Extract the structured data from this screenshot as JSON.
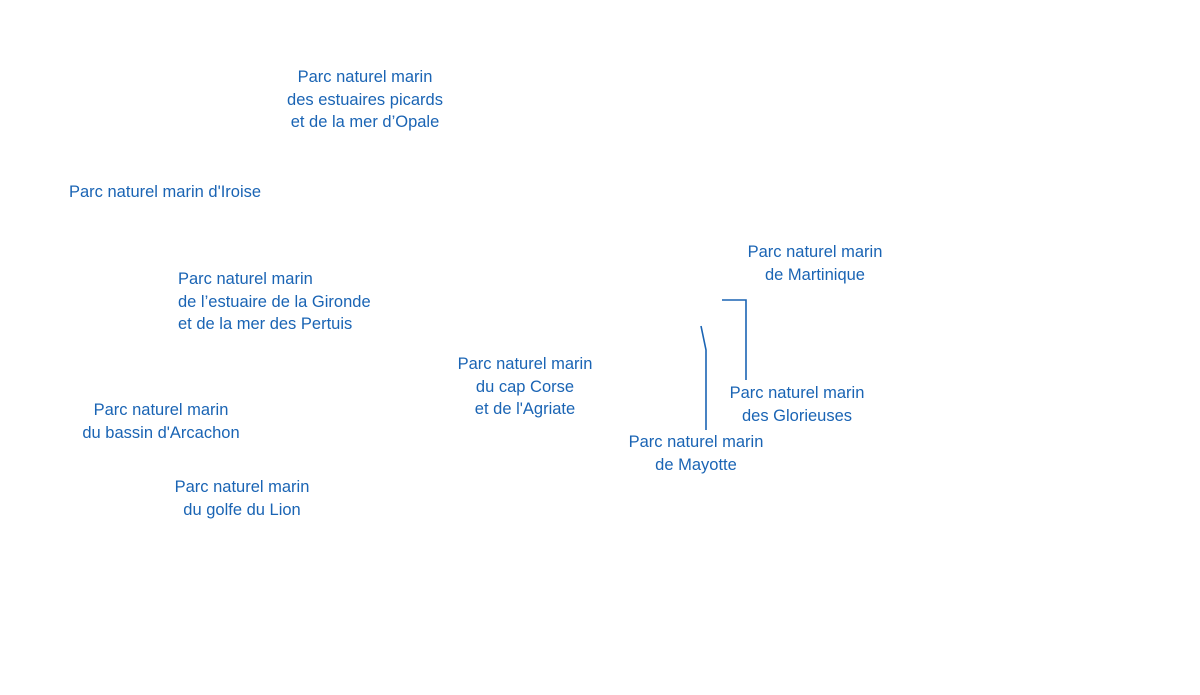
{
  "map": {
    "accent_color": "#1a64b4",
    "labels": {
      "opale": {
        "line1": "Parc naturel marin",
        "line2": "des estuaires picards",
        "line3": "et de la mer d’Opale"
      },
      "iroise": {
        "line1": "Parc naturel marin d'Iroise"
      },
      "gironde": {
        "line1": "Parc naturel marin",
        "line2": "de l’estuaire de la Gironde",
        "line3": "et de la mer des Pertuis"
      },
      "corse": {
        "line1": "Parc naturel marin",
        "line2": "du cap Corse",
        "line3": "et de l'Agriate"
      },
      "arcachon": {
        "line1": "Parc naturel marin",
        "line2": "du bassin d'Arcachon"
      },
      "lion": {
        "line1": "Parc naturel marin",
        "line2": "du golfe du Lion"
      },
      "martinique": {
        "line1": "Parc naturel marin",
        "line2": "de Martinique"
      },
      "glorieuses": {
        "line1": "Parc naturel marin",
        "line2": "des Glorieuses"
      },
      "mayotte": {
        "line1": "Parc naturel marin",
        "line2": "de Mayotte"
      }
    }
  }
}
